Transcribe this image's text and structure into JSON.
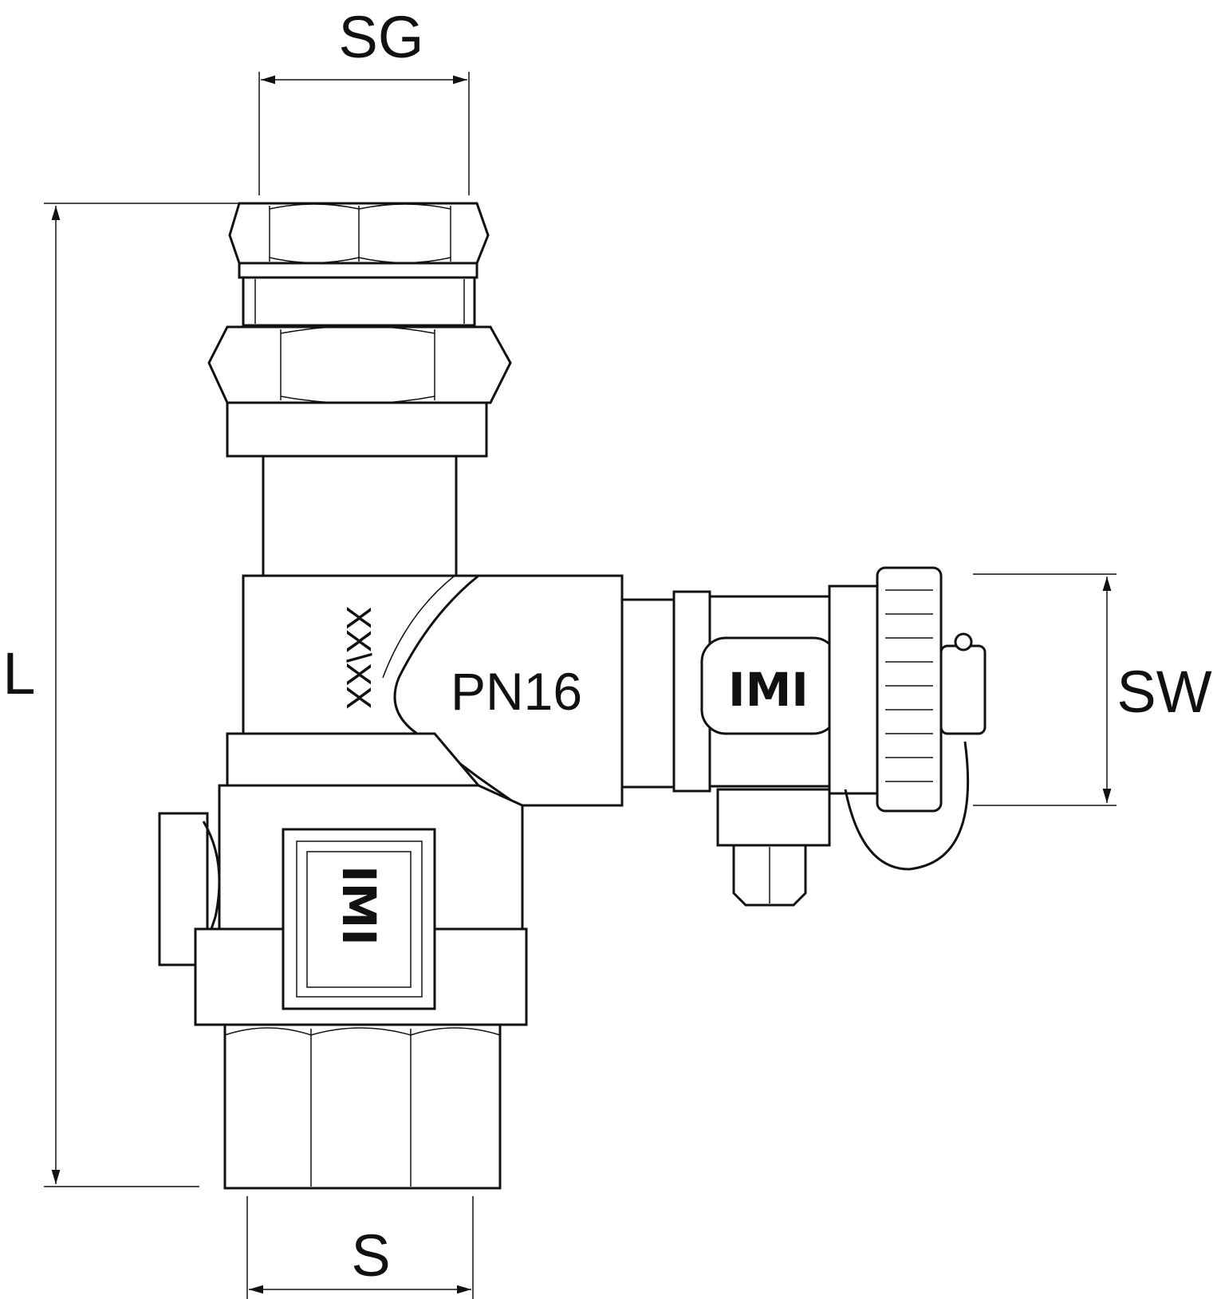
{
  "dimensions": {
    "top_width": "SG",
    "length": "L",
    "wrench_size": "SW",
    "bottom_width": "S"
  },
  "body_markings": {
    "pressure_rating": "PN16",
    "date_code": "XX\\XX",
    "logo_main": "IMI",
    "logo_side": "IMI"
  },
  "colors": {
    "line": "#111111",
    "background": "#ffffff"
  }
}
